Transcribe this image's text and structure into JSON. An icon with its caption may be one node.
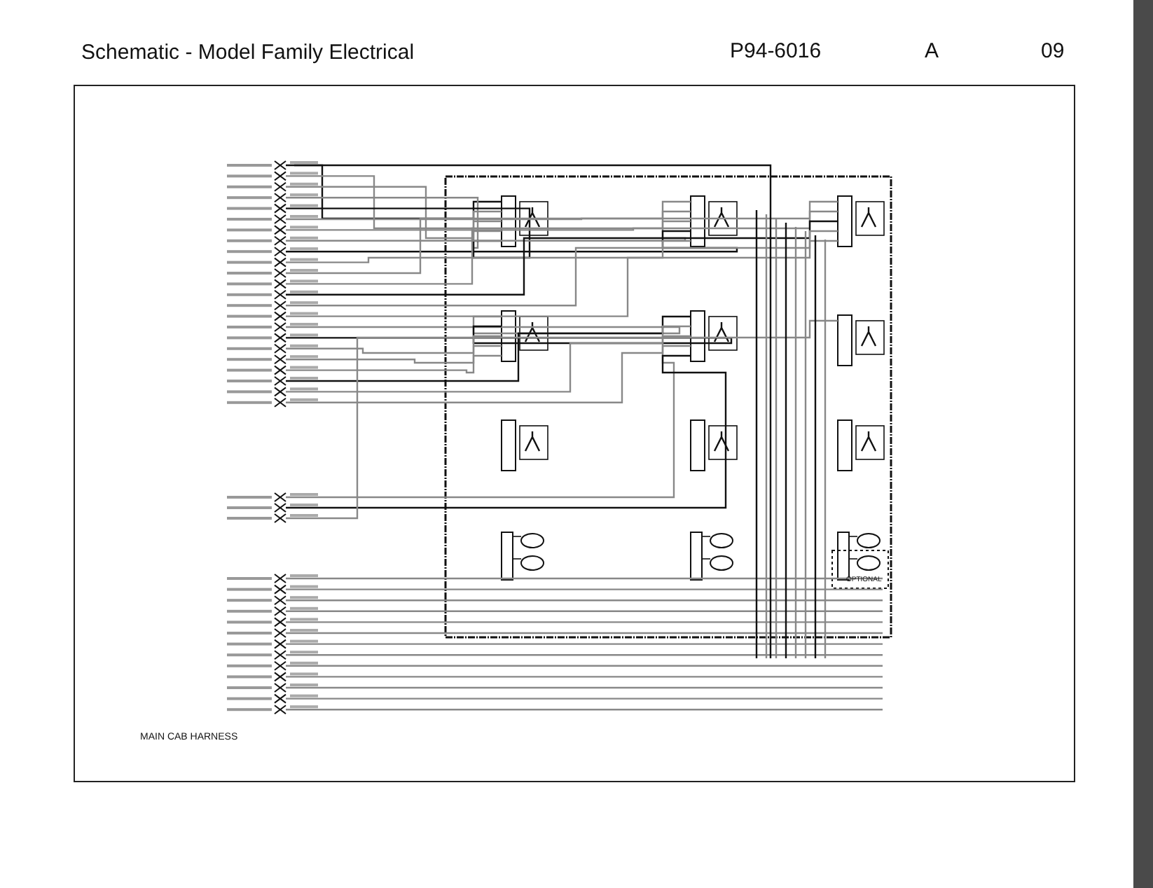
{
  "diagram": {
    "title": "Schematic - Model Family Electrical",
    "labels": [
      "P94-6016",
      "A",
      "09",
      "MAIN CAB HARNESS",
      "OPTIONAL"
    ]
  }
}
